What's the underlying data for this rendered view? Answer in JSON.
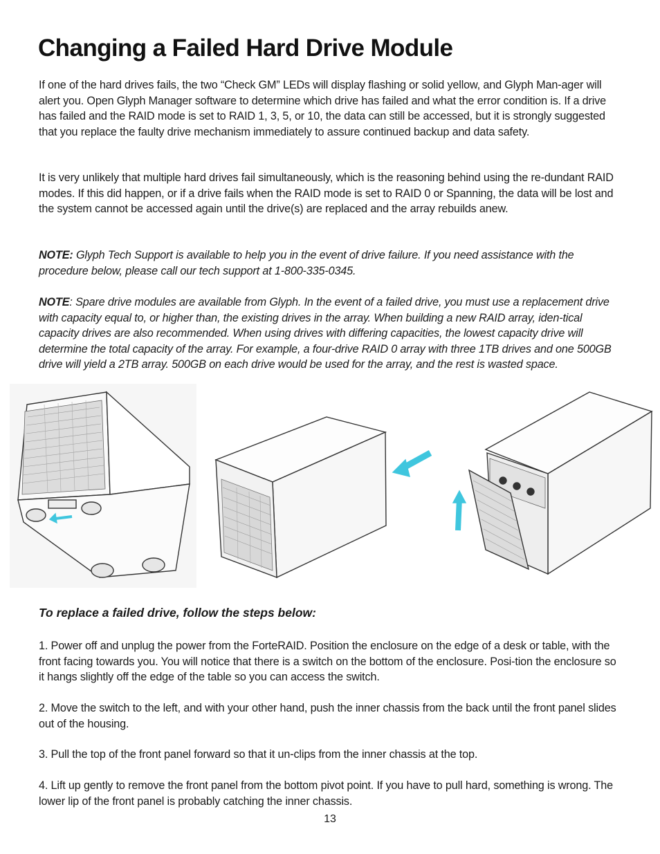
{
  "page": {
    "title": "Changing a Failed Hard Drive Module",
    "paragraphs": [
      "If one of the hard drives fails, the two “Check GM” LEDs will display flashing or solid yellow, and Glyph Man-ager will alert you. Open Glyph Manager software to determine which drive has failed and what the error condition is. If a drive has failed and the RAID mode is set to RAID 1, 3, 5, or 10, the data can still be accessed, but it is strongly suggested that you replace the faulty drive mechanism immediately to assure continued backup and data safety.",
      "It is very unlikely that multiple hard drives fail simultaneously, which is the reasoning behind using the re-dundant RAID modes.  If this did happen, or if a drive fails when the RAID mode is set to RAID 0 or Spanning, the data will be lost and the system cannot be accessed again until the drive(s) are replaced and the array rebuilds anew."
    ],
    "note1": {
      "label": "NOTE:",
      "text": " Glyph Tech Support is available to help you in the event of drive failure. If you need assistance with the procedure below, please call our tech support at 1-800-335-0345."
    },
    "note2": {
      "label": "NOTE",
      "text": ": Spare drive modules are available from Glyph. In the event of a failed drive, you must use a replacement drive with capacity equal to, or higher than, the existing drives in the array. When building a new RAID array, iden-tical capacity drives are also recommended. When using drives with differing capacities, the lowest capacity drive will determine the total capacity of the array. For example, a four-drive RAID 0 array with three 1TB drives and one 500GB drive will yield a 2TB array. 500GB on each drive would be used for the array, and the rest is wasted space."
    },
    "steps_heading": "To replace a failed drive, follow the steps below:",
    "steps": [
      "1. Power off and unplug the power from the ForteRAID. Position the enclosure on the edge of a desk or table, with the front facing towards you. You will notice that there is a switch on the bottom of the enclosure.  Posi-tion the enclosure so it hangs slightly off the edge of the table so you can access the switch.",
      "2. Move the switch to the left, and with your other hand, push the inner chassis from the back until the front panel slides out of the housing.",
      "3. Pull the top of the front panel forward so that it un-clips from the inner chassis at the top.",
      "4. Lift up gently to remove the front panel from the bottom pivot point. If you have to pull hard, something is wrong. The lower lip of the front panel is probably catching the inner chassis."
    ],
    "page_number": "13"
  },
  "figures": {
    "arrow_color": "#3fc6de",
    "figure1_icon": "enclosure-bottom-switch-illustration",
    "figure2_icon": "enclosure-slide-out-illustration",
    "figure3_icon": "front-panel-removal-illustration"
  }
}
